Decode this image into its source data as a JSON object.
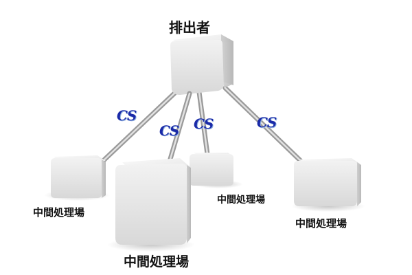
{
  "diagram": {
    "title": "排出者",
    "nodes": [
      {
        "label": "中間処理場"
      },
      {
        "label": "中間処理場"
      },
      {
        "label": "中間処理場"
      },
      {
        "label": "中間処理場"
      }
    ],
    "connector_badge": "CS"
  },
  "colors": {
    "badge_fill": "#1a2aa8",
    "badge_shadow": "#8fb0e0",
    "cube_light": "#f4f4f4",
    "cube_mid": "#dedede",
    "cube_dark": "#c4c4c4",
    "rod": "#b0b0b0"
  }
}
